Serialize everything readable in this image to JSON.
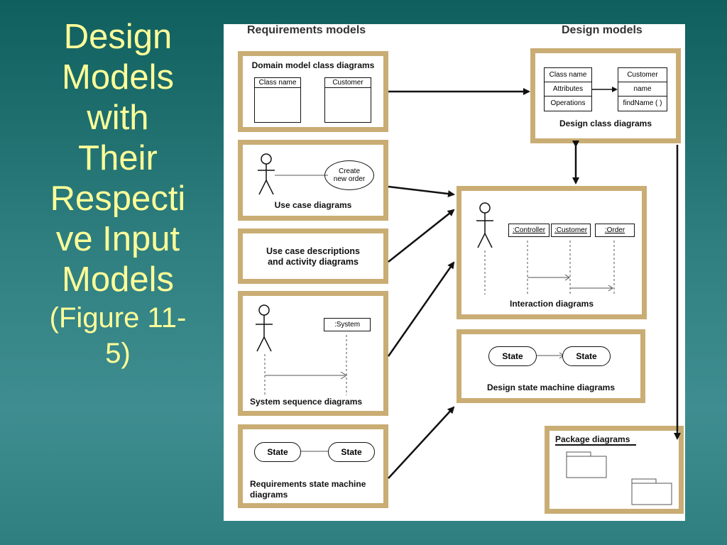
{
  "slide": {
    "title_lines": [
      "Design",
      "Models",
      "with",
      "Their",
      "Respecti",
      "ve Input",
      "Models"
    ],
    "caption_lines": [
      "(Figure 11-",
      "5)"
    ]
  },
  "figure": {
    "requirements_heading": "Requirements models",
    "design_heading": "Design models",
    "domain_box": {
      "caption": "Domain model class diagrams",
      "class_a": "Class name",
      "class_b": "Customer"
    },
    "use_case_box": {
      "caption": "Use case diagrams",
      "use_case_line1": "Create",
      "use_case_line2": "new order"
    },
    "descriptions_box": {
      "caption_line1": "Use case descriptions",
      "caption_line2": "and activity diagrams"
    },
    "ssd_box": {
      "caption": "System sequence diagrams",
      "object": ":System"
    },
    "req_state_box": {
      "caption_line1": "Requirements state machine",
      "caption_line2": "diagrams",
      "state_a": "State",
      "state_b": "State"
    },
    "design_class_box": {
      "caption": "Design class diagrams",
      "left_rows": [
        "Class name",
        "Attributes",
        "Operations"
      ],
      "right_rows": [
        "Customer",
        "name",
        "findName ( )"
      ]
    },
    "interaction_box": {
      "caption": "Interaction diagrams",
      "objects": [
        ":Controller",
        ":Customer",
        ":Order"
      ]
    },
    "design_state_box": {
      "caption": "Design state machine diagrams",
      "state_a": "State",
      "state_b": "State"
    },
    "package_box": {
      "caption": "Package diagrams"
    },
    "colors": {
      "box_border": "#c9ad74",
      "title_text": "#ffff99",
      "background": "#2f7f80"
    }
  }
}
